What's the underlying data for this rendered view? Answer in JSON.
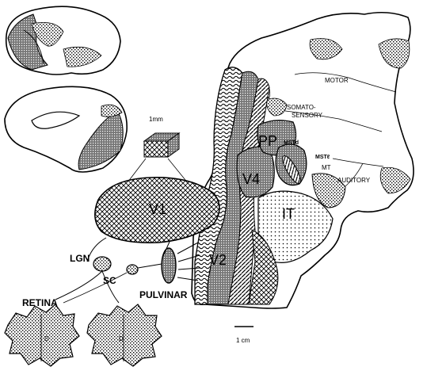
{
  "labels": {
    "mm": "1mm",
    "v1": "V1",
    "v2": "V2",
    "v4": "V4",
    "pp": "PP",
    "it": "IT",
    "motor": "MOTOR",
    "somato": "SOMATO-",
    "sensory": "SENSORY",
    "mstd": "MSTd",
    "mstl": "MSTℓ",
    "mt": "MT",
    "auditory": "AUDITORY",
    "lgn": "LGN",
    "sc": "SC",
    "pulvinar": "PULVINAR",
    "retina": "RETINA",
    "retina_left_d": "D",
    "retina_right_d": "D",
    "cm": "1 cm"
  }
}
